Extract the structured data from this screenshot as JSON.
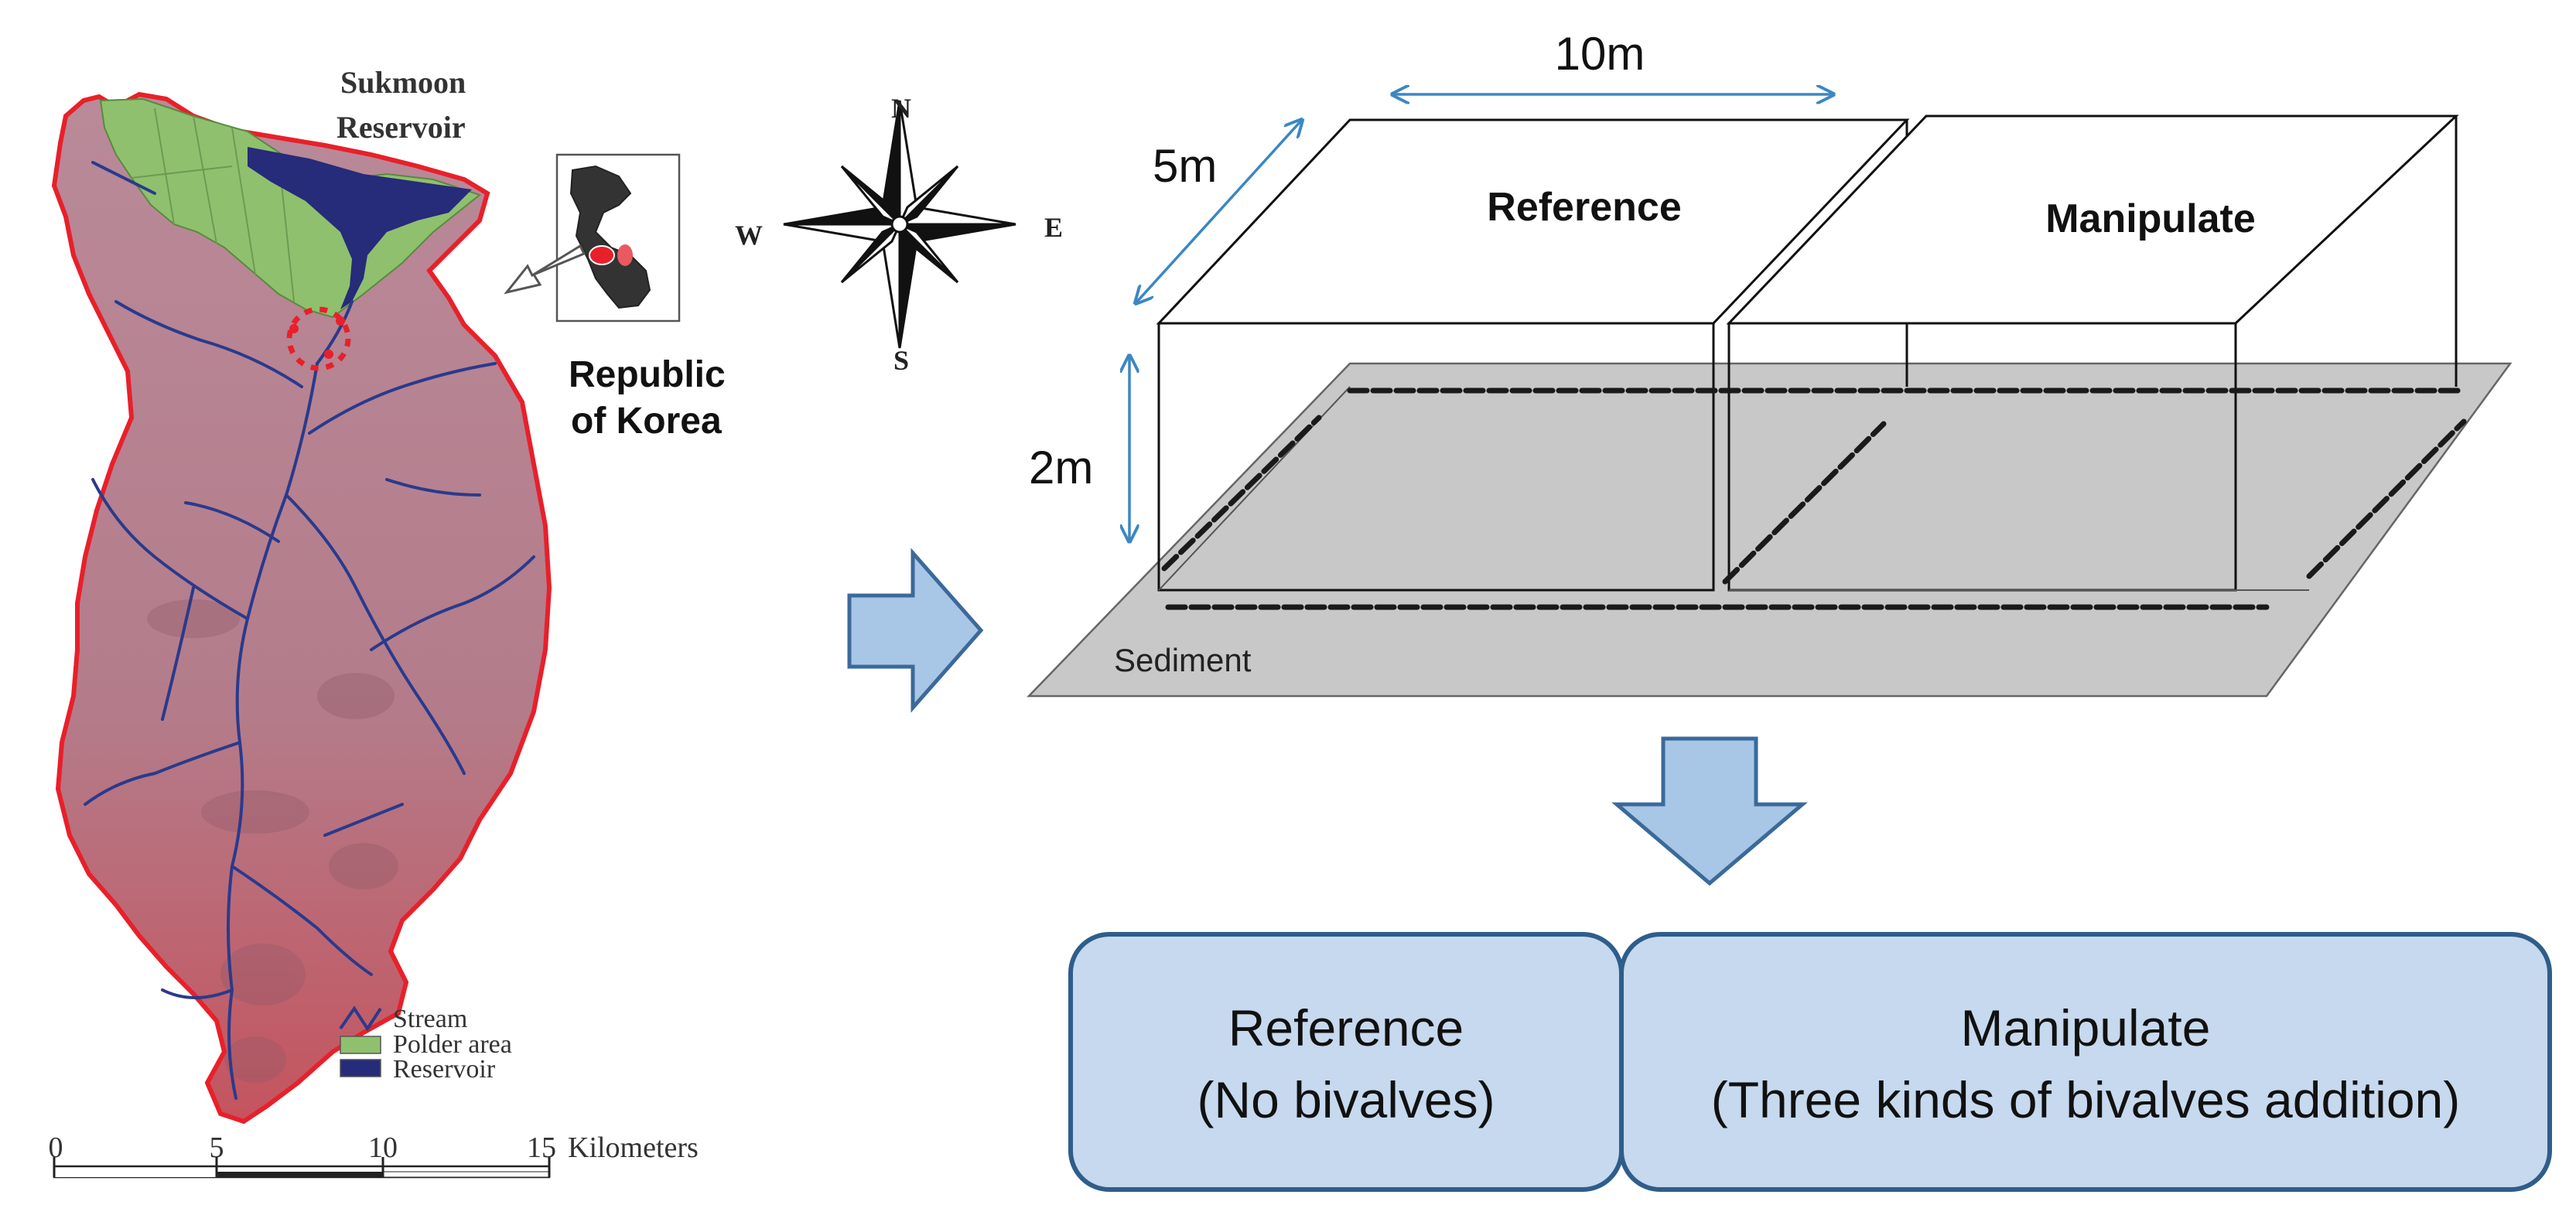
{
  "map": {
    "reservoir_label_line1": "Sukmoon",
    "reservoir_label_line2": "Reservoir",
    "country_label_line1": "Republic",
    "country_label_line2": "of Korea",
    "compass": {
      "north": "N",
      "south": "S",
      "east": "E",
      "west": "W"
    },
    "legend": [
      {
        "label": "Stream",
        "color": "#2a3a8c"
      },
      {
        "label": "Polder area",
        "color": "#8fc06e"
      },
      {
        "label": "Reservoir",
        "color": "#262b7a"
      }
    ],
    "scale_bar": {
      "ticks": [
        "0",
        "5",
        "10",
        "15"
      ],
      "unit": "Kilometers"
    },
    "colors": {
      "terrain": "#b8808f",
      "border": "#e8202a",
      "polder": "#8fc06e",
      "reservoir": "#262b7a",
      "stream": "#2a3a8c"
    }
  },
  "enclosure": {
    "dim_length": "10m",
    "dim_width": "5m",
    "dim_height": "2m",
    "reference_label": "Reference",
    "manipulate_label": "Manipulate",
    "sediment_label": "Sediment",
    "colors": {
      "sediment": "#c8c8c8",
      "dimension_arrow": "#3b87c4",
      "flow_arrow": "#a8c6e6",
      "flow_arrow_stroke": "#3a6a9a"
    }
  },
  "treatments": [
    {
      "title": "Reference",
      "detail": "(No bivalves)"
    },
    {
      "title": "Manipulate",
      "detail": "(Three kinds of bivalves addition)"
    }
  ],
  "treatment_colors": {
    "fill": "#c6d9ee",
    "stroke": "#2f5d8a"
  }
}
